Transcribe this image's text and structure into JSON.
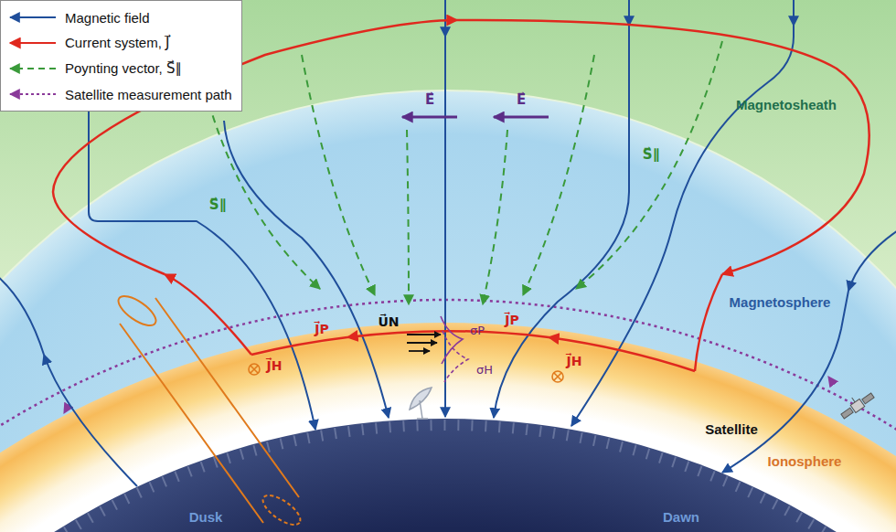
{
  "diagram": {
    "labels": [
      "Magnetosheath",
      "Magnetosphere",
      "Satellite",
      "Ionosphere",
      "Dusk",
      "Dawn",
      "E⃗",
      "E⃗",
      "S⃗∥",
      "S⃗∥",
      "U⃗N",
      "σP",
      "σH",
      "J⃗H",
      "J⃗P",
      "J⃗P",
      "J⃗H"
    ],
    "legend": [
      {
        "text": "Magnetic field"
      },
      {
        "text": "Current system, J⃗"
      },
      {
        "text": "Poynting vector, S⃗∥"
      },
      {
        "text": "Satellite measurement path"
      }
    ]
  }
}
